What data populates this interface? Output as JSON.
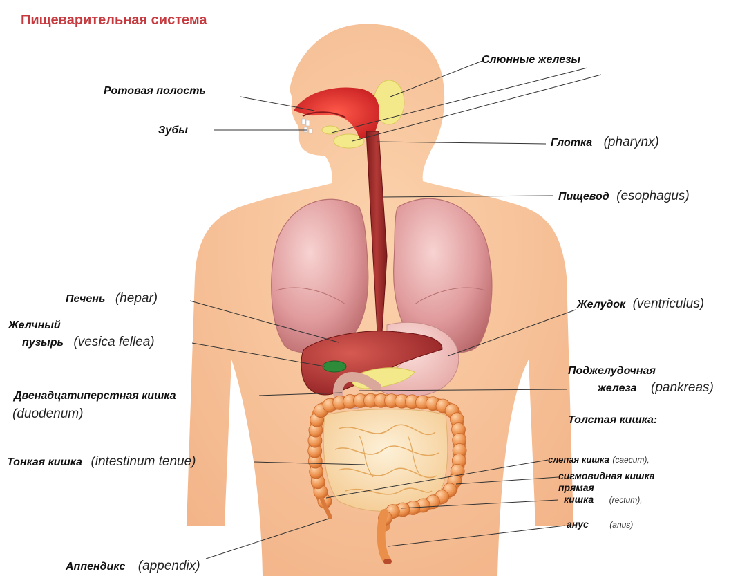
{
  "title": "Пищеварительная система",
  "labels": {
    "oral_cavity": "Ротовая полость",
    "teeth": "Зубы",
    "salivary_glands": "Слюнные железы",
    "pharynx": "Глотка",
    "pharynx_latin": "(pharynx)",
    "esophagus": "Пищевод",
    "esophagus_latin": "(esophagus)",
    "liver": "Печень",
    "liver_latin": "(hepar)",
    "gallbladder_line1": "Желчный",
    "gallbladder_line2": "пузырь",
    "gallbladder_latin": "(vesica fellea)",
    "stomach": "Желудок",
    "stomach_latin": "(ventriculus)",
    "pancreas_line1": "Поджелудочная",
    "pancreas_line2": "железа",
    "pancreas_latin": "(pankreas)",
    "duodenum": "Двенадцатиперстная  кишка",
    "duodenum_latin": "(duodenum)",
    "large_intestine": "Толстая кишка:",
    "small_intestine": "Тонкая кишка",
    "small_intestine_latin": "(intestinum tenue)",
    "caecum": "слепая кишка",
    "caecum_latin": "(caecum),",
    "sigmoid": "сигмовидная кишка",
    "rectum_line1": "прямая",
    "rectum_line2": "кишка",
    "rectum_latin": "(rectum),",
    "anus": "анус",
    "anus_latin": "(anus)",
    "appendix": "Аппендикс",
    "appendix_latin": "(appendix)"
  },
  "colors": {
    "title": "#c63a3f",
    "skin": "#f8c29a",
    "lungs": "#e8a4a6",
    "esophagus": "#9c2a2a",
    "liver": "#b23030",
    "gallbladder": "#2e8b3a",
    "intestine": "#e9924e",
    "salivary": "#f4e98a",
    "leader_line": "#333333"
  }
}
